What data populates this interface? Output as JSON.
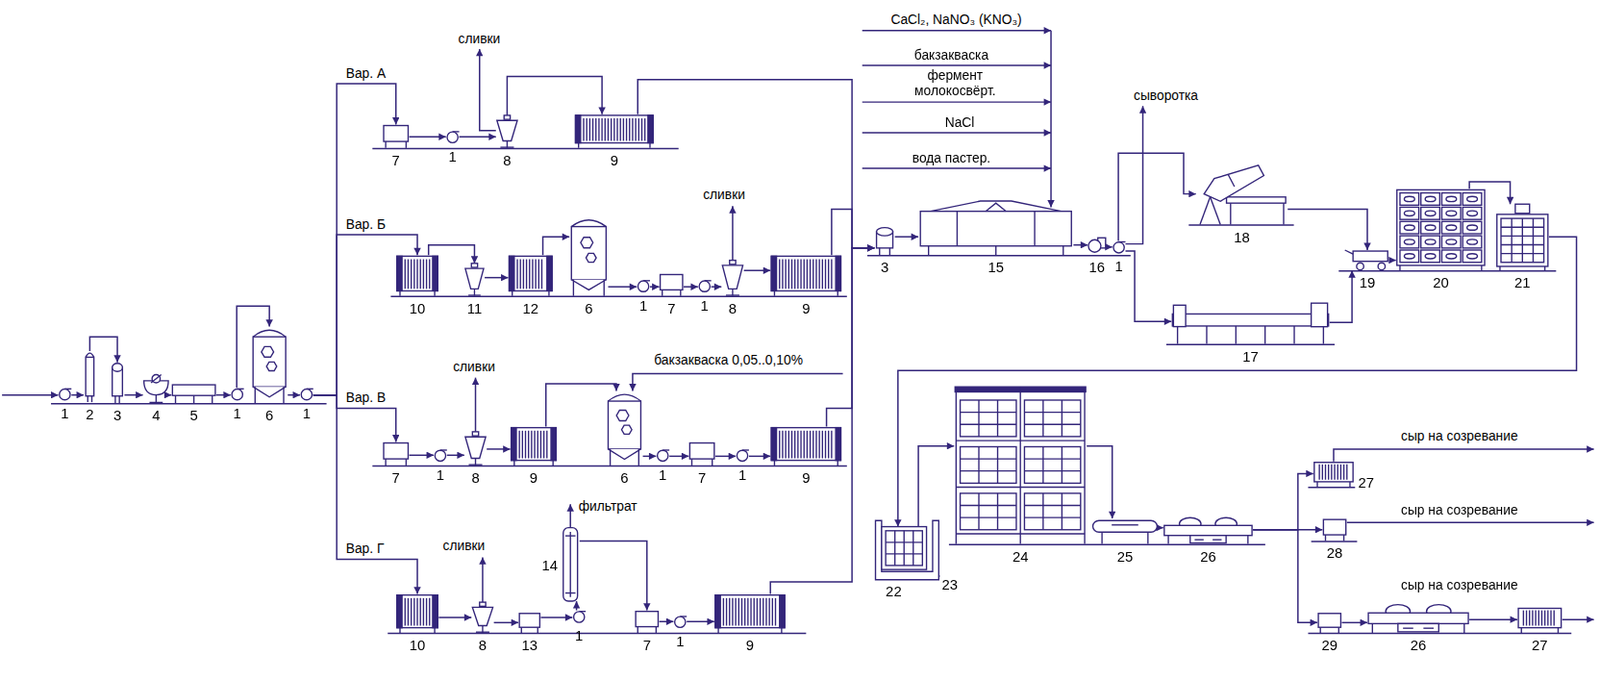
{
  "diagram": {
    "nodes": [
      {
        "text": [
          "1"
        ]
      },
      {
        "text": [
          "2"
        ]
      },
      {
        "text": [
          "3"
        ]
      },
      {
        "text": [
          "4"
        ]
      },
      {
        "text": [
          "5"
        ]
      },
      {
        "text": [
          "1"
        ]
      },
      {
        "text": [
          "6"
        ]
      },
      {
        "text": [
          "1"
        ]
      },
      {
        "text": [
          "7"
        ]
      },
      {
        "text": [
          "1"
        ]
      },
      {
        "text": [
          "8"
        ]
      },
      {
        "text": [
          "9"
        ]
      },
      {
        "text": [
          "10"
        ]
      },
      {
        "text": [
          "11"
        ]
      },
      {
        "text": [
          "12"
        ]
      },
      {
        "text": [
          "6"
        ]
      },
      {
        "text": [
          "1"
        ]
      },
      {
        "text": [
          "7"
        ]
      },
      {
        "text": [
          "1"
        ]
      },
      {
        "text": [
          "8"
        ]
      },
      {
        "text": [
          "9"
        ]
      },
      {
        "text": [
          "7"
        ]
      },
      {
        "text": [
          "1"
        ]
      },
      {
        "text": [
          "8"
        ]
      },
      {
        "text": [
          "9"
        ]
      },
      {
        "text": [
          "6"
        ]
      },
      {
        "text": [
          "1"
        ]
      },
      {
        "text": [
          "7"
        ]
      },
      {
        "text": [
          "1"
        ]
      },
      {
        "text": [
          "9"
        ]
      },
      {
        "text": [
          "10"
        ]
      },
      {
        "text": [
          "8"
        ]
      },
      {
        "text": [
          "13"
        ]
      },
      {
        "text": [
          "14"
        ]
      },
      {
        "text": [
          "1"
        ]
      },
      {
        "text": [
          "7"
        ]
      },
      {
        "text": [
          "1"
        ]
      },
      {
        "text": [
          "9"
        ]
      },
      {
        "text": [
          "3"
        ]
      },
      {
        "text": [
          "15"
        ]
      },
      {
        "text": [
          "16"
        ]
      },
      {
        "text": [
          "1"
        ]
      },
      {
        "text": [
          "18"
        ]
      },
      {
        "text": [
          "17"
        ]
      },
      {
        "text": [
          "19"
        ]
      },
      {
        "text": [
          "20"
        ]
      },
      {
        "text": [
          "21"
        ]
      },
      {
        "text": [
          "23"
        ]
      },
      {
        "text": [
          "22"
        ],
        "in": 47
      },
      {
        "text": [
          "24"
        ]
      },
      {
        "text": [
          "25"
        ]
      },
      {
        "text": [
          "26"
        ]
      },
      {
        "text": [
          "27"
        ]
      },
      {
        "text": [
          "28"
        ]
      },
      {
        "text": [
          "29"
        ]
      },
      {
        "text": [
          "26"
        ]
      },
      {
        "text": [
          "27"
        ]
      }
    ],
    "edges": [
      {
        "from": 0,
        "to": 1,
        "arrow": "to"
      },
      {
        "from": 1,
        "to": 2,
        "arrow": "to"
      },
      {
        "from": 2,
        "to": 3,
        "arrow": "to"
      },
      {
        "from": 3,
        "to": 4,
        "arrow": "to"
      },
      {
        "from": 4,
        "to": 5,
        "arrow": "to"
      },
      {
        "from": 5,
        "to": 6,
        "arrow": "to"
      },
      {
        "from": 6,
        "to": 7,
        "arrow": "to"
      },
      {
        "from": 7,
        "to": 8,
        "arrow": "to"
      },
      {
        "from": 7,
        "to": 12,
        "arrow": "to"
      },
      {
        "from": 7,
        "to": 21,
        "arrow": "to"
      },
      {
        "from": 7,
        "to": 30,
        "arrow": "to"
      },
      {
        "from": 8,
        "to": 9,
        "arrow": "to"
      },
      {
        "from": 9,
        "to": 10,
        "arrow": "to"
      },
      {
        "from": 10,
        "to": 11,
        "arrow": "to"
      },
      {
        "from": 11,
        "to": 38,
        "arrow": "to"
      },
      {
        "from": 12,
        "to": 13,
        "arrow": "to"
      },
      {
        "from": 13,
        "to": 14,
        "arrow": "to"
      },
      {
        "from": 14,
        "to": 15,
        "arrow": "to"
      },
      {
        "from": 15,
        "to": 16,
        "arrow": "to"
      },
      {
        "from": 16,
        "to": 17,
        "arrow": "to"
      },
      {
        "from": 17,
        "to": 18,
        "arrow": "to"
      },
      {
        "from": 18,
        "to": 19,
        "arrow": "to"
      },
      {
        "from": 19,
        "to": 20,
        "arrow": "to"
      },
      {
        "from": 20,
        "to": 38,
        "arrow": "to"
      },
      {
        "from": 21,
        "to": 22,
        "arrow": "to"
      },
      {
        "from": 22,
        "to": 23,
        "arrow": "to"
      },
      {
        "from": 23,
        "to": 24,
        "arrow": "to"
      },
      {
        "from": 24,
        "to": 25,
        "arrow": "to"
      },
      {
        "from": 25,
        "to": 26,
        "arrow": "to"
      },
      {
        "from": 26,
        "to": 27,
        "arrow": "to"
      },
      {
        "from": 27,
        "to": 28,
        "arrow": "to"
      },
      {
        "from": 28,
        "to": 29,
        "arrow": "to"
      },
      {
        "from": 29,
        "to": 38,
        "arrow": "to"
      },
      {
        "from": 30,
        "to": 31,
        "arrow": "to"
      },
      {
        "from": 31,
        "to": 32,
        "arrow": "to"
      },
      {
        "from": 32,
        "to": 34,
        "arrow": "to"
      },
      {
        "from": 34,
        "to": 33,
        "arrow": "to"
      },
      {
        "from": 33,
        "to": 35,
        "arrow": "to"
      },
      {
        "from": 35,
        "to": 36,
        "arrow": "to"
      },
      {
        "from": 36,
        "to": 37,
        "arrow": "to"
      },
      {
        "from": 37,
        "to": 38,
        "arrow": "to"
      },
      {
        "from": 38,
        "to": 39,
        "arrow": "to"
      },
      {
        "from": 39,
        "to": 40,
        "arrow": "to"
      },
      {
        "from": 40,
        "to": 41,
        "arrow": "to"
      },
      {
        "from": 41,
        "to": 42,
        "arrow": "to"
      },
      {
        "from": 41,
        "to": 43,
        "arrow": "to"
      },
      {
        "from": 42,
        "to": 44,
        "arrow": "to"
      },
      {
        "from": 43,
        "to": 44,
        "arrow": "to"
      },
      {
        "from": 44,
        "to": 45,
        "arrow": "to"
      },
      {
        "from": 45,
        "to": 46,
        "arrow": "to"
      },
      {
        "from": 46,
        "to": 48,
        "arrow": "to"
      },
      {
        "from": 48,
        "to": 49,
        "arrow": "to"
      },
      {
        "from": 49,
        "to": 50,
        "arrow": "to"
      },
      {
        "from": 50,
        "to": 51,
        "arrow": "to"
      },
      {
        "from": 51,
        "to": 52,
        "arrow": "to"
      },
      {
        "from": 51,
        "to": 53,
        "arrow": "to"
      },
      {
        "from": 51,
        "to": 54,
        "arrow": "to"
      },
      {
        "from": 54,
        "to": 55,
        "arrow": "to"
      },
      {
        "from": 55,
        "to": 56,
        "arrow": "to"
      }
    ],
    "labels": [
      "Вар. А",
      "сливки",
      "Вар. Б",
      "сливки",
      "Вар. В",
      "сливки",
      "бакзакваска 0,05..0,10%",
      "фильтрат",
      "Вар. Г",
      "сливки",
      "CaCl₂, NaNO₃ (KNO₃)",
      "бакзакваска",
      "фермент молокосвёрт.",
      "NaCl",
      "вода пастер.",
      "сыворотка",
      "сыр на созревание",
      "сыр на созревание",
      "сыр на созревание"
    ]
  }
}
